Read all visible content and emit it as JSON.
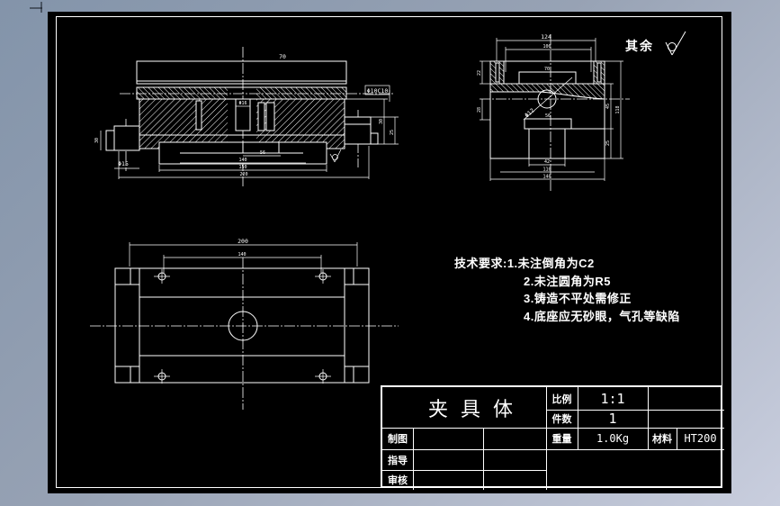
{
  "canvas": {
    "bg_top": "#8394aa",
    "bg_bottom": "#c9cede",
    "sheet_color": "#000000",
    "line_color": "#ffffff"
  },
  "finish_note": {
    "prefix": "其余"
  },
  "tech_requirements": {
    "lines": [
      "技术要求:1.未注倒角为C2",
      "2.未注圆角为R5",
      "3.铸造不平处需修正",
      "4.底座应无砂眼，气孔等缺陷"
    ]
  },
  "title_block": {
    "part_name": "夹具体",
    "scale_label": "比例",
    "scale_value": "1:1",
    "qty_label": "件数",
    "qty_value": "1",
    "weight_label": "重量",
    "weight_value": "1.0Kg",
    "material_label": "材料",
    "material_value": "HT200",
    "drafter_label": "制图",
    "advisor_label": "指导",
    "checker_label": "审核"
  },
  "front_view": {
    "callout_box": "Φ10C10",
    "dim_plate": "70",
    "dim_center_bolt": "Φ16",
    "dim_left_height": "30",
    "dim_phi15": "Φ15",
    "dim_inner": "56",
    "dim_slot_span": "140",
    "dim_base": "150",
    "dim_overall": "220",
    "dim_right_upper": "30",
    "dim_right_lower": "25"
  },
  "side_view": {
    "dim_top_overall": "124",
    "dim_top_inner": "100",
    "dim_block": "70",
    "dim_mid": "56",
    "dim_slot": "42",
    "dim_lower_span": "110",
    "dim_overall": "140",
    "dim_left_top": "22",
    "dim_left_mid": "28",
    "dim_right_upper": "45",
    "dim_right_lower": "25",
    "dim_right_overall": "118",
    "leader_label": "Φ12"
  },
  "plan_view": {
    "dim_overall": "200",
    "dim_holes": "140"
  }
}
